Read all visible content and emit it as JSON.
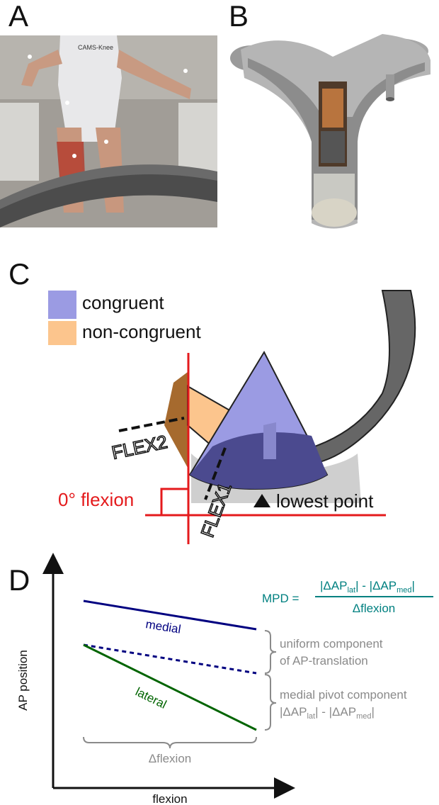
{
  "panels": {
    "a": {
      "letter": "A",
      "shirt_text": "CAMS-Knee"
    },
    "b": {
      "letter": "B"
    },
    "c": {
      "letter": "C",
      "legend": [
        {
          "label": "congruent",
          "color": "#9b9be3"
        },
        {
          "label": "non-congruent",
          "color": "#fcc58d"
        }
      ],
      "labels": {
        "flex2": "FLEX2",
        "flex1": "FLEX1",
        "zero_flexion": "0° flexion",
        "lowest_point": "lowest point"
      }
    },
    "d": {
      "letter": "D",
      "axes": {
        "y": "AP position",
        "x": "flexion"
      },
      "lines": {
        "medial": "medial",
        "lateral": "lateral"
      },
      "formula": {
        "lhs": "MPD =",
        "num_a": "|ΔAP",
        "num_a_sub": "lat",
        "num_mid": "| - |ΔAP",
        "num_b_sub": "med",
        "num_end": "|",
        "den": "Δflexion"
      },
      "braces": {
        "uniform_1": "uniform component",
        "uniform_2": "of AP-translation",
        "pivot_1": "medial pivot component",
        "pivot_a": "|ΔAP",
        "pivot_a_sub": "lat",
        "pivot_mid": "| - |ΔAP",
        "pivot_b_sub": "med",
        "pivot_end": "|",
        "delta_flexion": "Δflexion"
      },
      "colors": {
        "medial": "#000080",
        "lateral": "#006400",
        "formula": "#008080",
        "annotation": "#8a8a8a"
      }
    }
  }
}
